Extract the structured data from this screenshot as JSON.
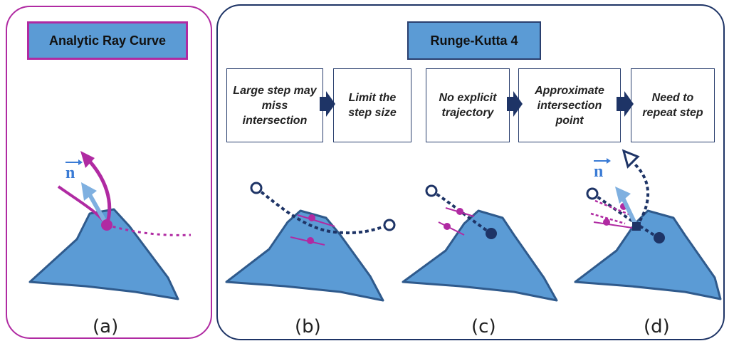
{
  "panel_a": {
    "title": "Analytic Ray Curve",
    "caption": "(a)",
    "normal_label": "n"
  },
  "panel_rk": {
    "title": "Runge-Kutta 4",
    "steps": [
      "Large step may miss intersection",
      "Limit the step size",
      "No explicit trajectory",
      "Approximate intersection point",
      "Need to repeat step"
    ],
    "captions": [
      "(b)",
      "(c)",
      "(d)"
    ],
    "normal_label": "n"
  },
  "colors": {
    "magenta": "#b02aa2",
    "navy": "#1e3466",
    "mountain_fill": "#5b9bd5",
    "mountain_edge": "#2f5a8c",
    "normal_arrow": "#7fb0e0"
  }
}
